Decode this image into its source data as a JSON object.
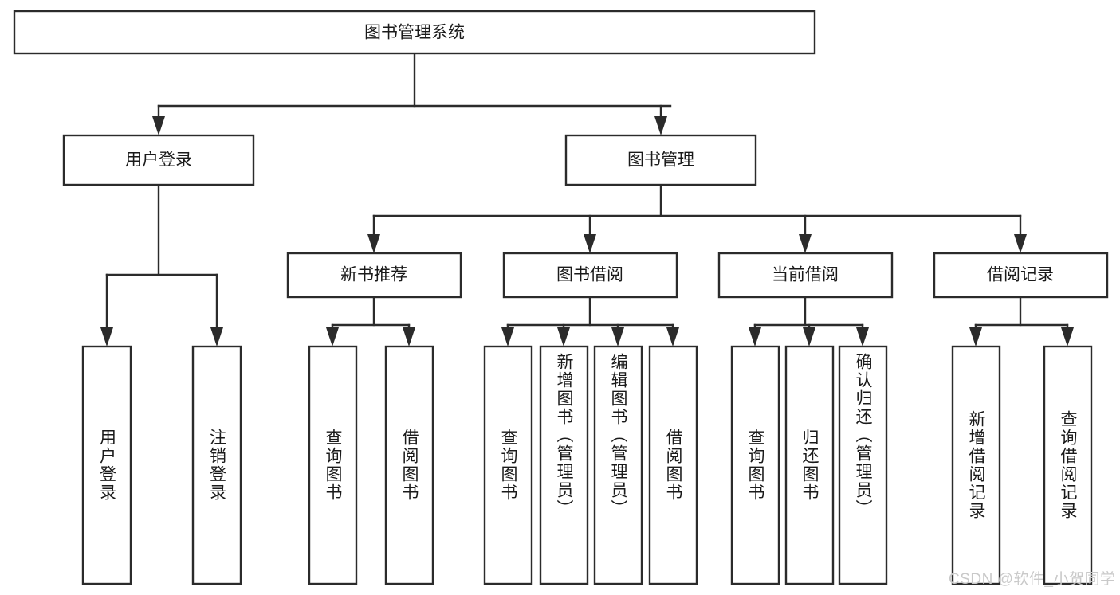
{
  "diagram": {
    "title": "图书管理系统",
    "watermark": "CSDN @软件_小贺同学",
    "colors": {
      "stroke": "#2b2b2b",
      "box_fill": "#ffffff",
      "text": "#1a1a1a",
      "watermark": "#c9c9c9",
      "background": "#ffffff"
    },
    "levels": {
      "root": {
        "label": "图书管理系统"
      },
      "level2": [
        {
          "label": "用户登录"
        },
        {
          "label": "图书管理"
        }
      ],
      "level3": [
        {
          "label": "新书推荐"
        },
        {
          "label": "图书借阅"
        },
        {
          "label": "当前借阅"
        },
        {
          "label": "借阅记录"
        }
      ],
      "leaves": [
        {
          "label": "用户登录",
          "parent": "用户登录"
        },
        {
          "label": "注销登录",
          "parent": "用户登录"
        },
        {
          "label": "查询图书",
          "parent": "新书推荐"
        },
        {
          "label": "借阅图书",
          "parent": "新书推荐"
        },
        {
          "label": "查询图书",
          "parent": "图书借阅"
        },
        {
          "label": "新增图书（管理员）",
          "parent": "图书借阅"
        },
        {
          "label": "编辑图书（管理员）",
          "parent": "图书借阅"
        },
        {
          "label": "借阅图书",
          "parent": "图书借阅"
        },
        {
          "label": "查询图书",
          "parent": "当前借阅"
        },
        {
          "label": "归还图书",
          "parent": "当前借阅"
        },
        {
          "label": "确认归还（管理员）",
          "parent": "当前借阅"
        },
        {
          "label": "新增借阅记录",
          "parent": "借阅记录"
        },
        {
          "label": "查询借阅记录",
          "parent": "借阅记录"
        }
      ]
    }
  }
}
